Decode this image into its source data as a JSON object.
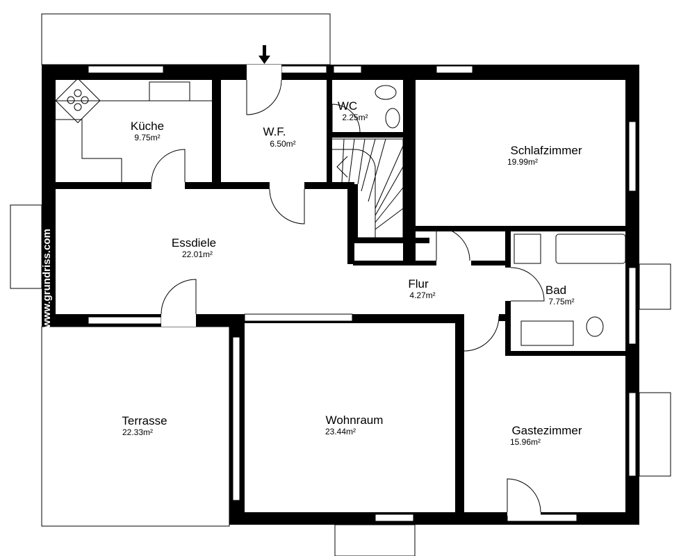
{
  "plan": {
    "watermark": "www.grundriss.com",
    "entrance_icon": "arrow-down-icon",
    "rooms": [
      {
        "name": "Küche",
        "area": "9.75m²"
      },
      {
        "name": "W.F.",
        "area": "6.50m²"
      },
      {
        "name": "WC",
        "area": "2.25m²"
      },
      {
        "name": "Schlafzimmer",
        "area": "19.99m²"
      },
      {
        "name": "Essdiele",
        "area": "22.01m²"
      },
      {
        "name": "Flur",
        "area": "4.27m²"
      },
      {
        "name": "Bad",
        "area": "7.75m²"
      },
      {
        "name": "Terrasse",
        "area": "22.33m²"
      },
      {
        "name": "Wohnraum",
        "area": "23.44m²"
      },
      {
        "name": "Gastezimmer",
        "area": "15.96m²"
      }
    ]
  }
}
